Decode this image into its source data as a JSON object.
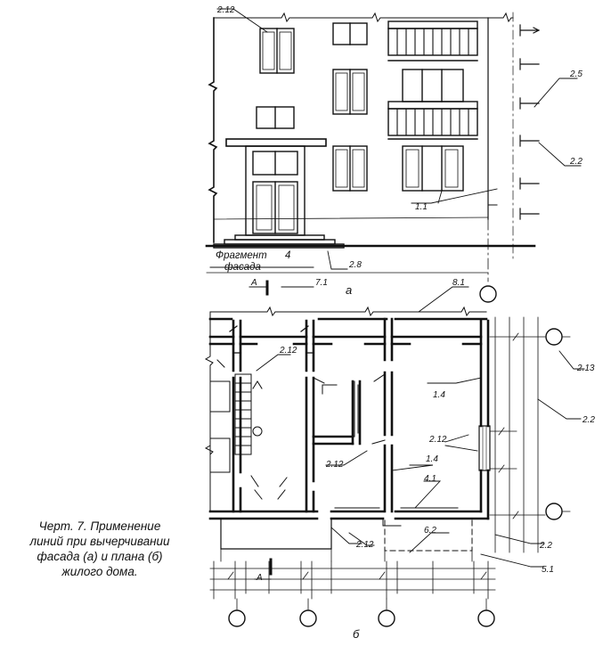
{
  "caption": {
    "line1": "Черт. 7. Применение",
    "line2": "линий при вычерчивании",
    "line3": "фасада (а) и плана (б)",
    "line4": "жилого дома."
  },
  "facade": {
    "label_line1": "Фрагмент",
    "label_line2": "фасада",
    "label_num": "4",
    "sub_label": "а",
    "callouts": {
      "c212": "2.12",
      "c25": "2.5",
      "c22": "2.2",
      "c11": "1.1",
      "c28": "2.8",
      "c71": "7.1",
      "cA": "А"
    }
  },
  "plan": {
    "sub_label": "б",
    "callouts": {
      "c81": "8.1",
      "c212a": "2.12",
      "c213": "2.13",
      "c14a": "1.4",
      "c22a": "2.2",
      "c212b": "2.12",
      "c212c": "2.12",
      "c14b": "1.4",
      "c41": "4.1",
      "c62": "6.2",
      "c22b": "2.2",
      "c51": "5.1",
      "c212d": "2.12",
      "cA": "А"
    }
  },
  "colors": {
    "ink": "#111111",
    "paper": "#ffffff"
  }
}
